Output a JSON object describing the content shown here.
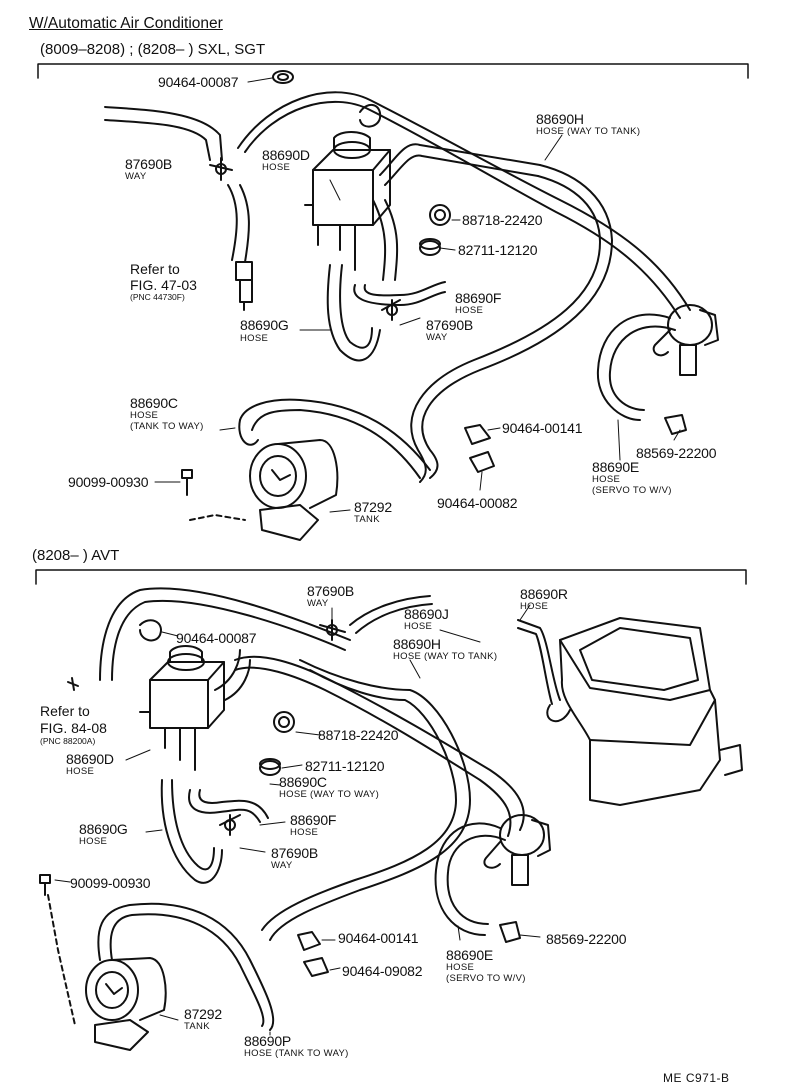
{
  "title": "W/Automatic Air Conditioner",
  "section1": {
    "heading": "(8009–8208) ; (8208–        ) SXL, SGT",
    "labels": {
      "p90464_00087": "90464-00087",
      "p87690B": "87690B",
      "p87690B_sub": "WAY",
      "p88690D": "88690D",
      "p88690D_sub": "HOSE",
      "p88690H": "88690H",
      "p88690H_sub": "HOSE (WAY TO TANK)",
      "p88718": "88718-22420",
      "p82711": "82711-12120",
      "refer_line1": "Refer to",
      "refer_line2": "FIG. 47-03",
      "refer_line3": "(PNC 44730F)",
      "p88690F": "88690F",
      "p88690F_sub": "HOSE",
      "p87690B2": "87690B",
      "p87690B2_sub": "WAY",
      "p88690G": "88690G",
      "p88690G_sub": "HOSE",
      "p88690C": "88690C",
      "p88690C_sub1": "HOSE",
      "p88690C_sub2": "(TANK TO WAY)",
      "p90464_00141": "90464-00141",
      "p88569": "88569-22200",
      "p88690E": "88690E",
      "p88690E_sub1": "HOSE",
      "p88690E_sub2": "(SERVO TO W/V)",
      "p90099": "90099-00930",
      "p90464_00082": "90464-00082",
      "p87292": "87292",
      "p87292_sub": "TANK"
    }
  },
  "section2": {
    "heading": "(8208–        ) AVT",
    "labels": {
      "p87690B": "87690B",
      "p87690B_sub": "WAY",
      "p88690R": "88690R",
      "p88690R_sub": "HOSE",
      "p90464_00087": "90464-00087",
      "p88690J": "88690J",
      "p88690J_sub": "HOSE",
      "p88690H": "88690H",
      "p88690H_sub": "HOSE (WAY TO TANK)",
      "refer_line1": "Refer to",
      "refer_line2": "FIG. 84-08",
      "refer_line3": "(PNC 88200A)",
      "p88718": "88718-22420",
      "p88690D": "88690D",
      "p88690D_sub": "HOSE",
      "p82711": "82711-12120",
      "p88690C": "88690C",
      "p88690C_sub": "HOSE (WAY TO WAY)",
      "p88690G": "88690G",
      "p88690G_sub": "HOSE",
      "p88690F": "88690F",
      "p88690F_sub": "HOSE",
      "p87690B2": "87690B",
      "p87690B2_sub": "WAY",
      "p90099": "90099-00930",
      "p90464_00141": "90464-00141",
      "p88569": "88569-22200",
      "p90464_09082": "90464-09082",
      "p88690E": "88690E",
      "p88690E_sub1": "HOSE",
      "p88690E_sub2": "(SERVO TO W/V)",
      "p87292": "87292",
      "p87292_sub": "TANK",
      "p88690P": "88690P",
      "p88690P_sub": "HOSE (TANK TO WAY)"
    }
  },
  "footer_code": "ME  C971-B"
}
